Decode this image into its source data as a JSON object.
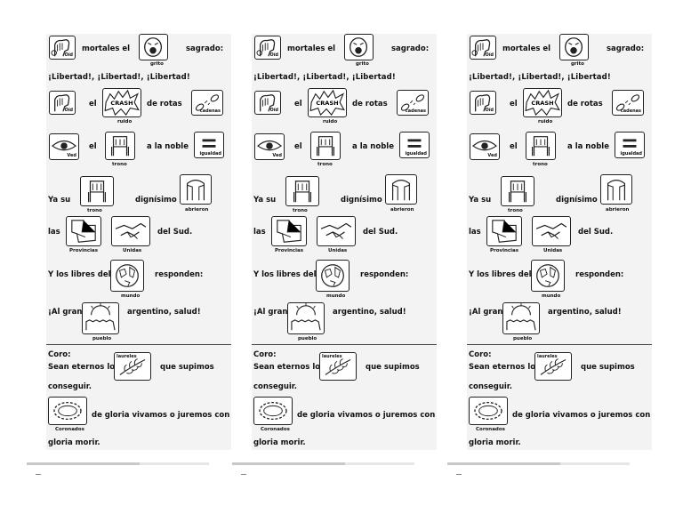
{
  "sheets": [
    {
      "rows": {
        "r1": {
          "t1": "mortales el",
          "t2": "sagrado:",
          "cap_oid": "Oíd",
          "cap_grito": "grito"
        },
        "r2": {
          "text": "¡Libertad!, ¡Libertad!, ¡Libertad!"
        },
        "r3": {
          "t1": "el",
          "t2": "de rotas",
          "cap_oid": "Oíd",
          "cap_ruido": "ruido",
          "cap_cadenas": "cadenas"
        },
        "r4": {
          "t1": "el",
          "t2": "a la noble",
          "cap_ved": "Ved",
          "cap_trono": "trono",
          "cap_igualdad": "igualdad"
        },
        "r5": {
          "t1": "Ya su",
          "t2": "dignísimo",
          "cap_trono": "trono",
          "cap_abrieron": "abrieron"
        },
        "r6": {
          "t1": "las",
          "t2": "del Sud.",
          "cap_provincias": "Provincias",
          "cap_unidas": "Unidas"
        },
        "r7": {
          "t1": "Y los libres del",
          "t2": "responden:",
          "cap_mundo": "mundo"
        },
        "r8": {
          "t1": "¡Al gran",
          "t2": "argentino, salud!",
          "cap_pueblo": "pueblo"
        },
        "coro": {
          "title": "Coro:",
          "t1": "Sean eternos los",
          "t2": "que supimos",
          "cap_laureles": "laureles",
          "t3": "conseguir.",
          "t4": "de gloria vivamos o juremos con",
          "cap_coronados": "Coronados",
          "t5": "gloria morir."
        }
      }
    },
    {
      "rows": {
        "r1": {
          "t1": "mortales el",
          "t2": "sagrado:",
          "cap_oid": "Oíd",
          "cap_grito": "grito"
        },
        "r2": {
          "text": "¡Libertad!, ¡Libertad!, ¡Libertad!"
        },
        "r3": {
          "t1": "el",
          "t2": "de rotas",
          "cap_oid": "Oíd",
          "cap_ruido": "ruido",
          "cap_cadenas": "cadenas"
        },
        "r4": {
          "t1": "el",
          "t2": "a la noble",
          "cap_ved": "Ved",
          "cap_trono": "trono",
          "cap_igualdad": "igualdad"
        },
        "r5": {
          "t1": "Ya su",
          "t2": "dignísimo",
          "cap_trono": "trono",
          "cap_abrieron": "abrieron"
        },
        "r6": {
          "t1": "las",
          "t2": "del Sud.",
          "cap_provincias": "Provincias",
          "cap_unidas": "Unidas"
        },
        "r7": {
          "t1": "Y los libres del",
          "t2": "responden:",
          "cap_mundo": "mundo"
        },
        "r8": {
          "t1": "¡Al gran",
          "t2": "argentino, salud!",
          "cap_pueblo": "pueblo"
        },
        "coro": {
          "title": "Coro:",
          "t1": "Sean eternos los",
          "t2": "que supimos",
          "cap_laureles": "laureles",
          "t3": "conseguir.",
          "t4": "de gloria vivamos o juremos con",
          "cap_coronados": "Coronados",
          "t5": "gloria morir."
        }
      }
    },
    {
      "rows": {
        "r1": {
          "t1": "mortales el",
          "t2": "sagrado:",
          "cap_oid": "Oíd",
          "cap_grito": "grito"
        },
        "r2": {
          "text": "¡Libertad!, ¡Libertad!, ¡Libertad!"
        },
        "r3": {
          "t1": "el",
          "t2": "de rotas",
          "cap_oid": "Oíd",
          "cap_ruido": "ruido",
          "cap_cadenas": "cadenas"
        },
        "r4": {
          "t1": "el",
          "t2": "a la noble",
          "cap_ved": "Ved",
          "cap_trono": "trono",
          "cap_igualdad": "igualdad"
        },
        "r5": {
          "t1": "Ya su",
          "t2": "dignísimo",
          "cap_trono": "trono",
          "cap_abrieron": "abrieron"
        },
        "r6": {
          "t1": "las",
          "t2": "del Sud.",
          "cap_provincias": "Provincias",
          "cap_unidas": "Unidas"
        },
        "r7": {
          "t1": "Y los libres del",
          "t2": "responden:",
          "cap_mundo": "mundo"
        },
        "r8": {
          "t1": "¡Al gran",
          "t2": "argentino, salud!",
          "cap_pueblo": "pueblo"
        },
        "coro": {
          "title": "Coro:",
          "t1": "Sean eternos los",
          "t2": "que supimos",
          "cap_laureles": "laureles",
          "t3": "conseguir.",
          "t4": "de gloria vivamos o juremos con",
          "cap_coronados": "Coronados",
          "t5": "gloria morir."
        }
      }
    }
  ],
  "scrollbars": [
    {
      "fill_fraction": 0.62
    },
    {
      "fill_fraction": 0.62
    },
    {
      "fill_fraction": 0.62
    }
  ]
}
